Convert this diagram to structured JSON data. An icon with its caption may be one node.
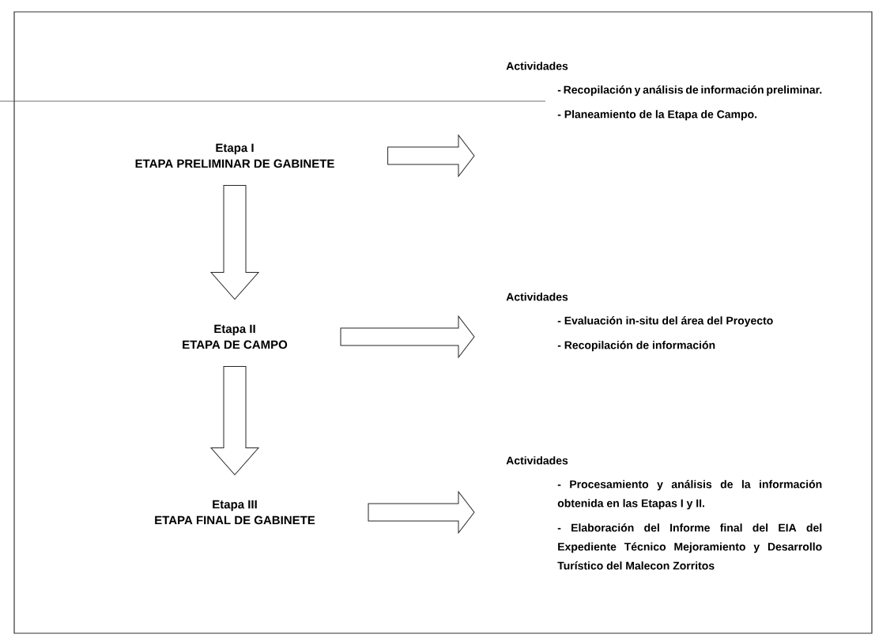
{
  "diagram": {
    "nodes": [
      {
        "text": [
          "Etapa I",
          "ETAPA PRELIMINAR DE GABINETE"
        ]
      },
      {
        "text": [
          "Etapa II",
          "ETAPA DE CAMPO"
        ]
      },
      {
        "text": [
          "Etapa III",
          "ETAPA FINAL DE GABINETE"
        ]
      },
      {
        "text": [
          "Actividades",
          "- Recopilación y análisis de información preliminar.",
          "- Planeamiento de la Etapa de Campo."
        ]
      },
      {
        "text": [
          "Actividades",
          "- Evaluación in-situ del área del Proyecto",
          "- Recopilación de información"
        ]
      },
      {
        "text": [
          "Actividades",
          "- Procesamiento y análisis de la información obtenida en las Etapas I y II.",
          "- Elaboración del Informe final del EIA del Expediente Técnico Mejoramiento y Desarrollo Turístico del Malecon Zorritos"
        ]
      }
    ],
    "edges": [
      {
        "from": 0,
        "to": 3,
        "arrow": "to"
      },
      {
        "from": 0,
        "to": 1,
        "arrow": "to"
      },
      {
        "from": 1,
        "to": 4,
        "arrow": "to"
      },
      {
        "from": 1,
        "to": 2,
        "arrow": "to"
      },
      {
        "from": 2,
        "to": 5,
        "arrow": "to"
      }
    ]
  }
}
